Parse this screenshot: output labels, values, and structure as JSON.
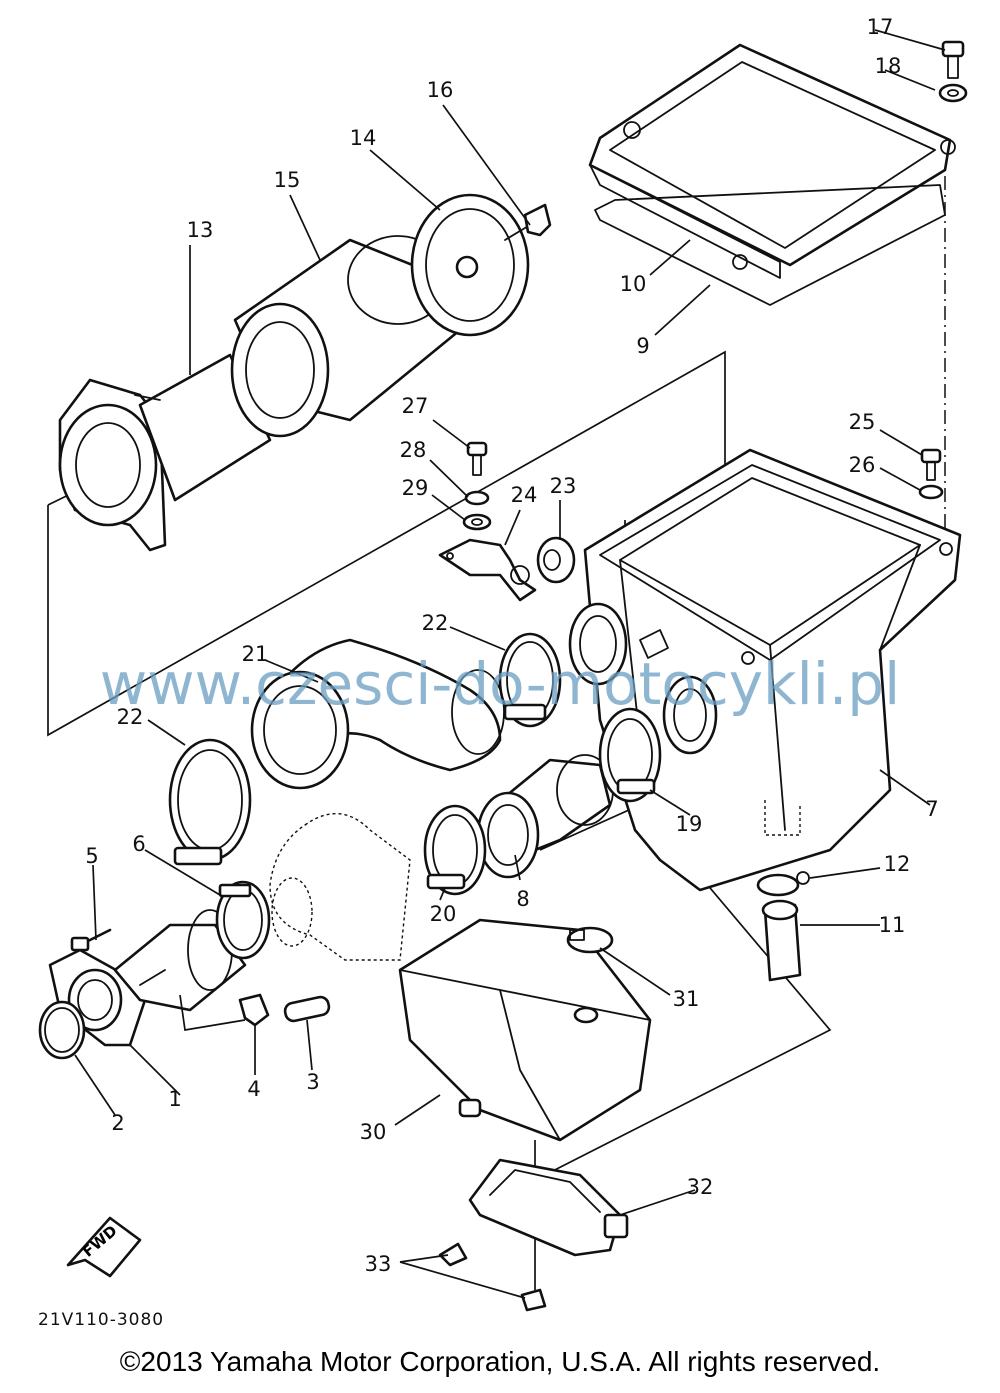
{
  "diagram_code": "21V110-3080",
  "fwd_label": "FWD",
  "watermark": "www.czesci-do-motocykli.pl",
  "copyright": "©2013 Yamaha Motor Corporation, U.S.A. All rights reserved.",
  "callouts": [
    "1",
    "2",
    "3",
    "4",
    "5",
    "6",
    "7",
    "8",
    "9",
    "10",
    "11",
    "12",
    "13",
    "14",
    "15",
    "16",
    "17",
    "18",
    "19",
    "20",
    "21",
    "22",
    "22",
    "23",
    "24",
    "25",
    "26",
    "27",
    "28",
    "29",
    "30",
    "31",
    "32",
    "33"
  ],
  "colors": {
    "ink": "#111111",
    "watermark": "#6a9ec2",
    "background": "#ffffff"
  }
}
